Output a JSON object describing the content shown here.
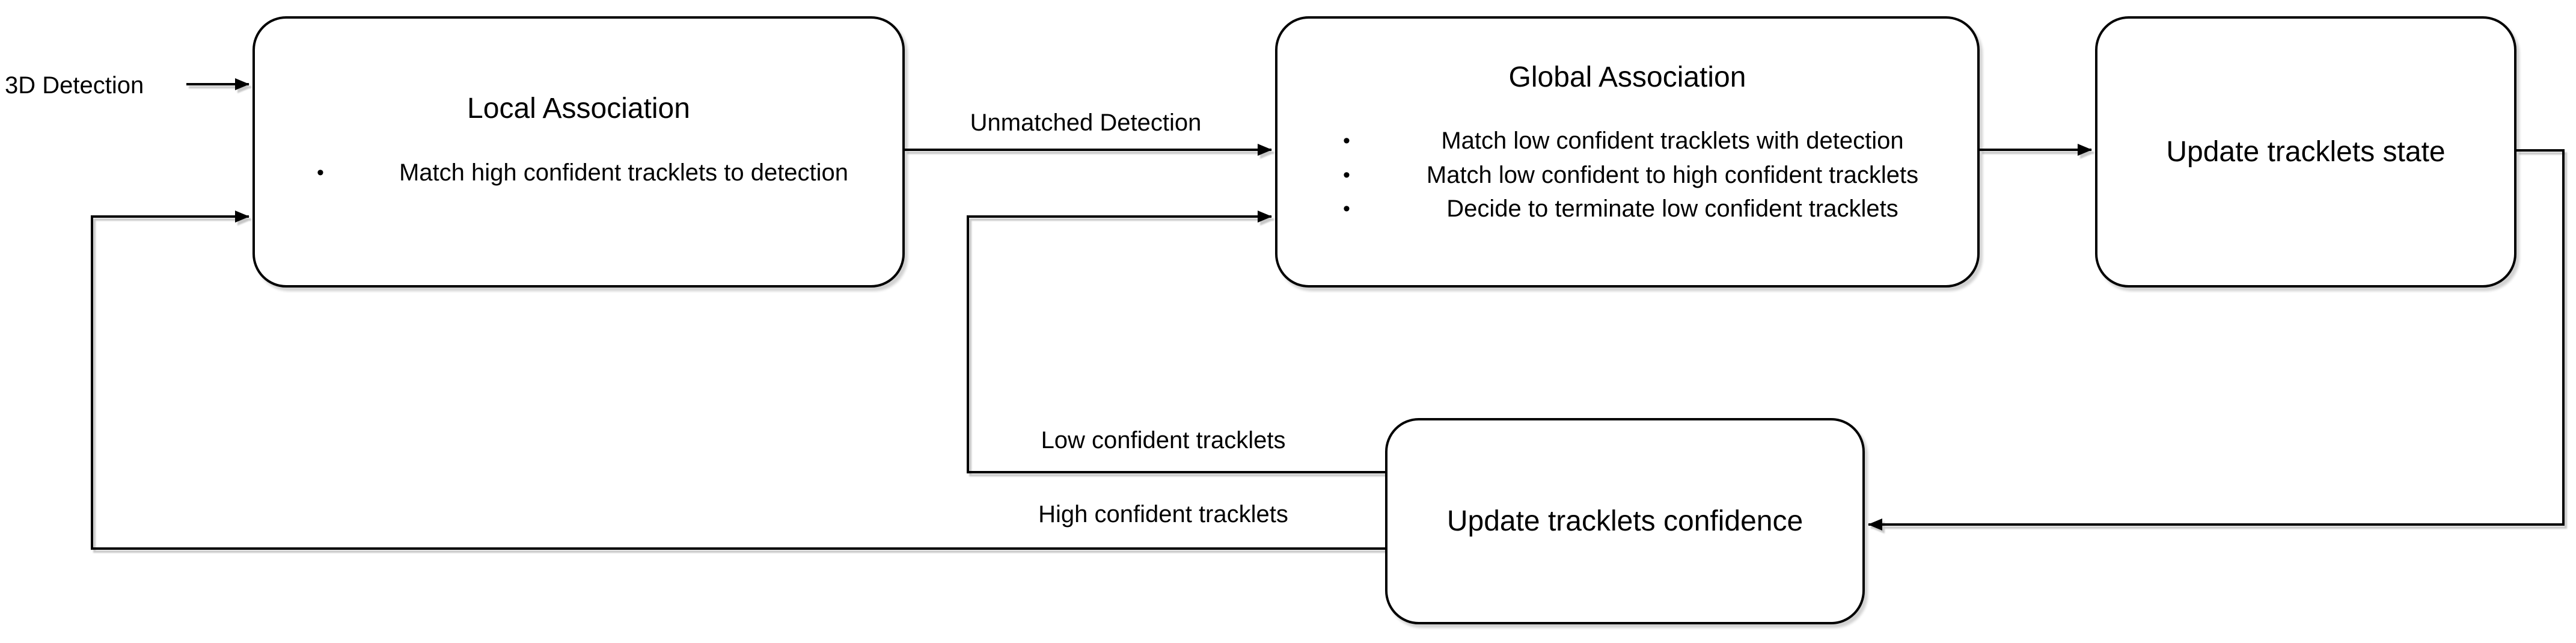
{
  "diagram": {
    "bullet_glyph": "•",
    "colors": {
      "stroke": "#000000",
      "node_fill": "#ffffff",
      "text": "#000000",
      "background": "#ffffff"
    },
    "nodes": [
      {
        "id": "local-association",
        "title": "Local Association",
        "bullets": [
          "Match high confident tracklets to detection"
        ]
      },
      {
        "id": "global-association",
        "title": "Global Association",
        "bullets": [
          "Match low confident tracklets with detection",
          "Match low confident to high confident tracklets",
          "Decide to terminate low confident tracklets"
        ]
      },
      {
        "id": "update-tracklets-state",
        "title": "Update tracklets state",
        "bullets": []
      },
      {
        "id": "update-tracklets-confidence",
        "title": "Update tracklets confidence",
        "bullets": []
      }
    ],
    "edge_labels": {
      "input": "3D Detection",
      "unmatched": "Unmatched Detection",
      "low": "Low confident tracklets",
      "high": "High confident tracklets"
    }
  }
}
